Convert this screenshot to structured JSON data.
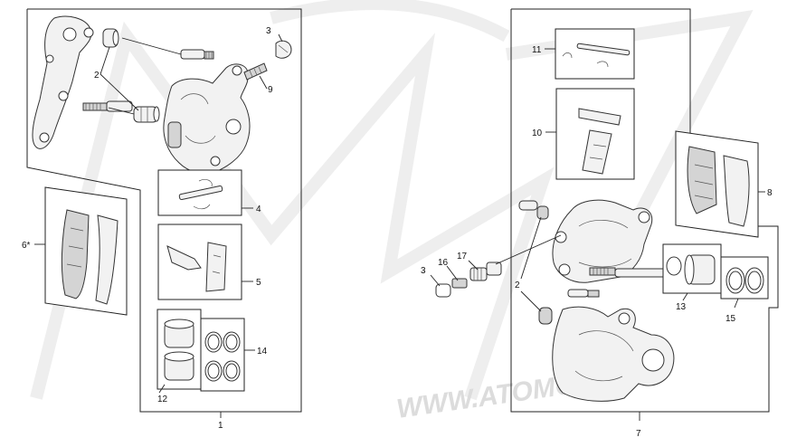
{
  "watermark": {
    "url_text": "WWW.ATOMOTO.FR"
  },
  "left_assembly": {
    "callouts": {
      "c1": "1",
      "c2": "2",
      "c3": "3",
      "c4": "4",
      "c5": "5",
      "c6": "6*",
      "c9": "9",
      "c12": "12",
      "c14": "14"
    }
  },
  "right_assembly": {
    "callouts": {
      "c2": "2",
      "c3": "3",
      "c7": "7",
      "c8": "8",
      "c10": "10",
      "c11": "11",
      "c13": "13",
      "c15": "15",
      "c16": "16",
      "c17": "17"
    }
  }
}
